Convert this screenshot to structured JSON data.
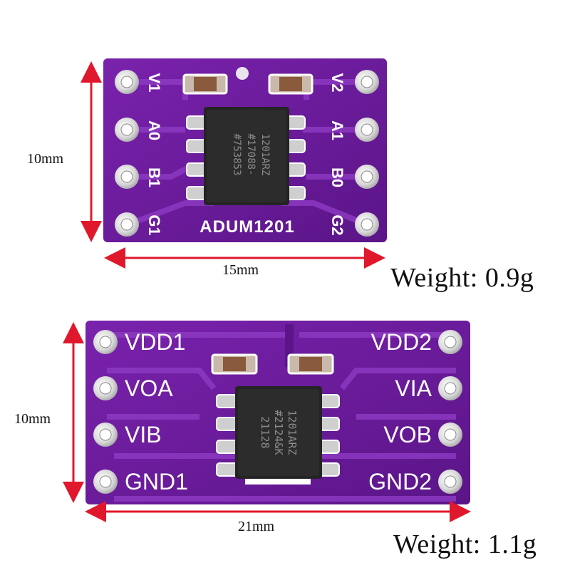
{
  "board1": {
    "pins_left": [
      "V1",
      "A0",
      "B1",
      "G1"
    ],
    "pins_right": [
      "V2",
      "A1",
      "B0",
      "G2"
    ],
    "chip_text": [
      "1201ARZ",
      "#17088-",
      "#753853"
    ],
    "name": "ADUM1201",
    "height_label": "10mm",
    "width_label": "15mm",
    "weight": "Weight:  0.9g"
  },
  "board2": {
    "pins_left": [
      "VDD1",
      "VOA",
      "VIB",
      "GND1"
    ],
    "pins_right": [
      "VDD2",
      "VIA",
      "VOB",
      "GND2"
    ],
    "chip_text": [
      "1201ARZ",
      "#2124&K",
      "21128"
    ],
    "height_label": "10mm",
    "width_label": "21mm",
    "weight": "Weight:  1.1g"
  },
  "colors": {
    "pcb": "#6a1b9a",
    "pcb_dark": "#4a0f70",
    "silk": "#ffffff",
    "dimension": "#e0182d",
    "chip": "#222222"
  }
}
